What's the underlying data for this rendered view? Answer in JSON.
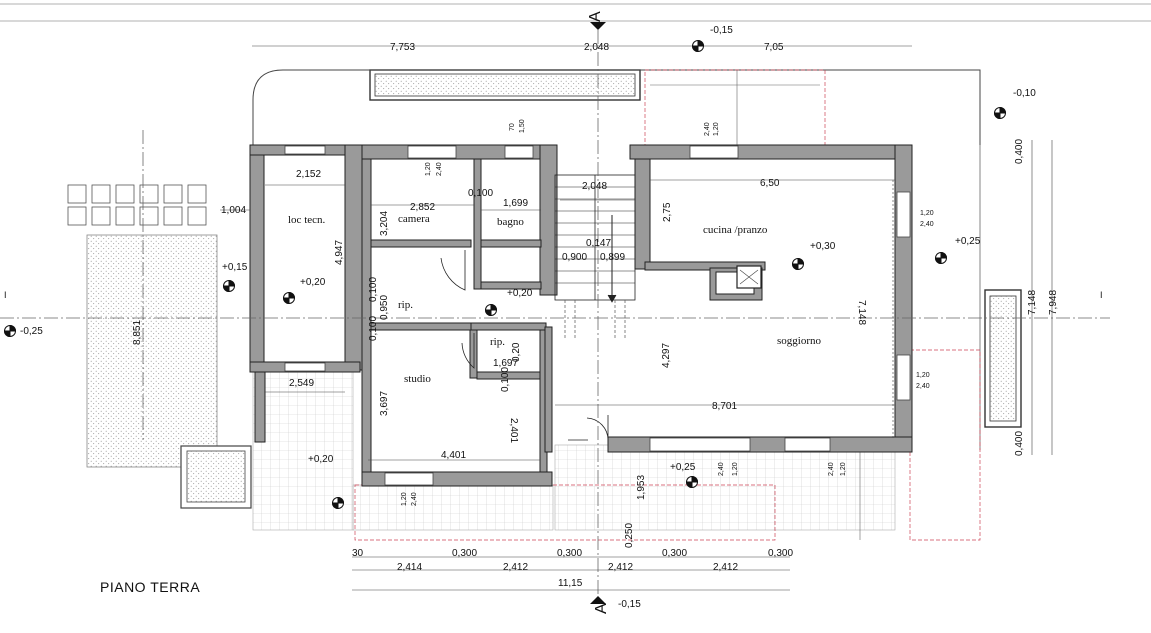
{
  "title": "PIANO TERRA",
  "section_marks": {
    "top": "A",
    "bottom": "A",
    "left": "I",
    "right": "I"
  },
  "levels": {
    "top": "-0,15",
    "top_right": "-0,10",
    "left": "-0,25",
    "left_patio": "+0,15",
    "loc_tecn": "+0,20",
    "corridor": "+0,20",
    "cucina": "+0,30",
    "terrace_right": "+0,25",
    "porch_left": "+0,20",
    "porch_bottom": "+0,25",
    "bottom": "-0,15"
  },
  "rooms": {
    "loc_tecn": "loc tecn.",
    "camera": "camera",
    "bagno": "bagno",
    "cucina": "cucina /pranzo",
    "rip_top": "rip.",
    "rip_small": "rip.",
    "studio": "studio",
    "soggiorno": "soggiorno"
  },
  "dims": {
    "top_left": "7,753",
    "top_mid": "2,048",
    "top_right": "7,05",
    "d_2152": "2,152",
    "d_1004": "1,004",
    "d_4947": "4,947",
    "d_2852": "2,852",
    "d_3204": "3,204",
    "d_0100a": "0,100",
    "d_1699": "1,699",
    "d_2048b": "2,048",
    "d_650": "6,50",
    "d_275": "2,75",
    "d_0147": "0,147",
    "d_0900": "0,900",
    "d_0899": "0,899",
    "d_0100b": "0,100",
    "d_0950": "0,950",
    "d_0100c": "0,100",
    "d_8851": "8,851",
    "d_2549": "2,549",
    "d_3697": "3,697",
    "d_1697": "1,697",
    "d_020": "0,20",
    "d_0100d": "0,100",
    "d_2401": "2,401",
    "d_4401": "4,401",
    "d_4297": "4,297",
    "d_7148a": "7,148",
    "d_7148b": "7,148",
    "d_7948": "7,948",
    "d_8701": "8,701",
    "d_1953": "1,953",
    "d_0250": "0,250",
    "d_0400a": "0,400",
    "d_0400b": "0,400",
    "b_30": "30",
    "b_0300a": "0,300",
    "b_0300b": "0,300",
    "b_0300c": "0,300",
    "b_0300d": "0,300",
    "b_2414": "2,414",
    "b_2412a": "2,412",
    "b_2412b": "2,412",
    "b_2412c": "2,412",
    "b_1115": "11,15"
  },
  "windows": {
    "w_top_a": "70",
    "w_top_b": "1,50",
    "w_cam_a": "1,20",
    "w_cam_b": "2,40",
    "w_kit_a": "1,20",
    "w_kit_b": "2,40",
    "w_r1_a": "1,20",
    "w_r1_b": "2,40",
    "w_r2_a": "1,20",
    "w_r2_b": "2,40",
    "w_b1_a": "1,20",
    "w_b1_b": "2,40",
    "w_b2_a": "1,20",
    "w_b2_b": "2,40",
    "w_b3_a": "1,20",
    "w_b3_b": "2,40"
  }
}
